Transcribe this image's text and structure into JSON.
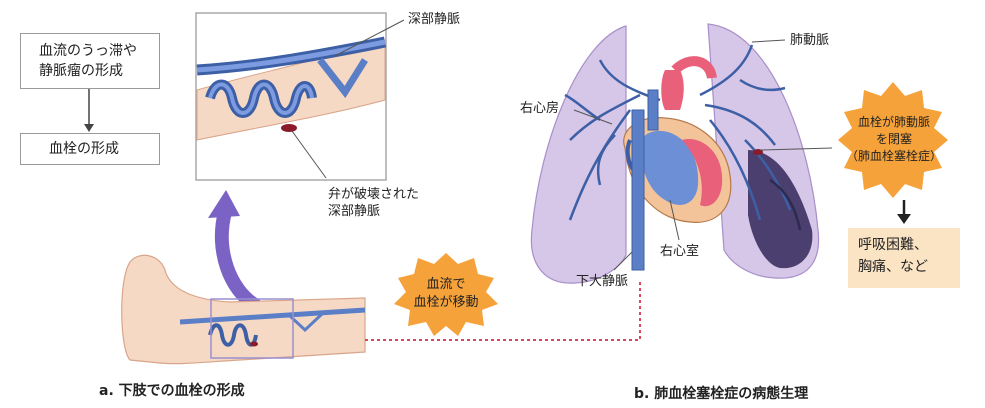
{
  "part_a": {
    "box_top": [
      "血流のうっ滞や",
      "静脈瘤の形成"
    ],
    "box_bottom": "血栓の形成",
    "label_deep_vein": "深部静脈",
    "label_broken_valve": [
      "弁が破壊された",
      "深部静脈"
    ],
    "burst_clot_moving": [
      "血流で",
      "血栓が移動"
    ],
    "caption": "a. 下肢での血栓の形成"
  },
  "part_b": {
    "label_right_atrium": "右心房",
    "label_right_ventricle": "右心室",
    "label_ivc": "下大静脈",
    "label_pulmonary_artery": "肺動脈",
    "burst_occlusion": [
      "血栓が肺動脈",
      "を閉塞",
      "（肺血栓塞栓症）"
    ],
    "result": [
      "呼吸困難、",
      "胸痛、など"
    ],
    "caption": "b. 肺血栓塞栓症の病態生理"
  },
  "colors": {
    "vein": "#5b7fc6",
    "vein_dark": "#3d5fa6",
    "skin": "#f6d9c4",
    "lung": "#cdb8e0",
    "heart": "#e8607a",
    "burst": "#f5a23a",
    "arrow": "#7a63c4",
    "clot": "#8b1a2a",
    "dotted": "#d8475e",
    "result_bg": "#fbe4c4"
  }
}
